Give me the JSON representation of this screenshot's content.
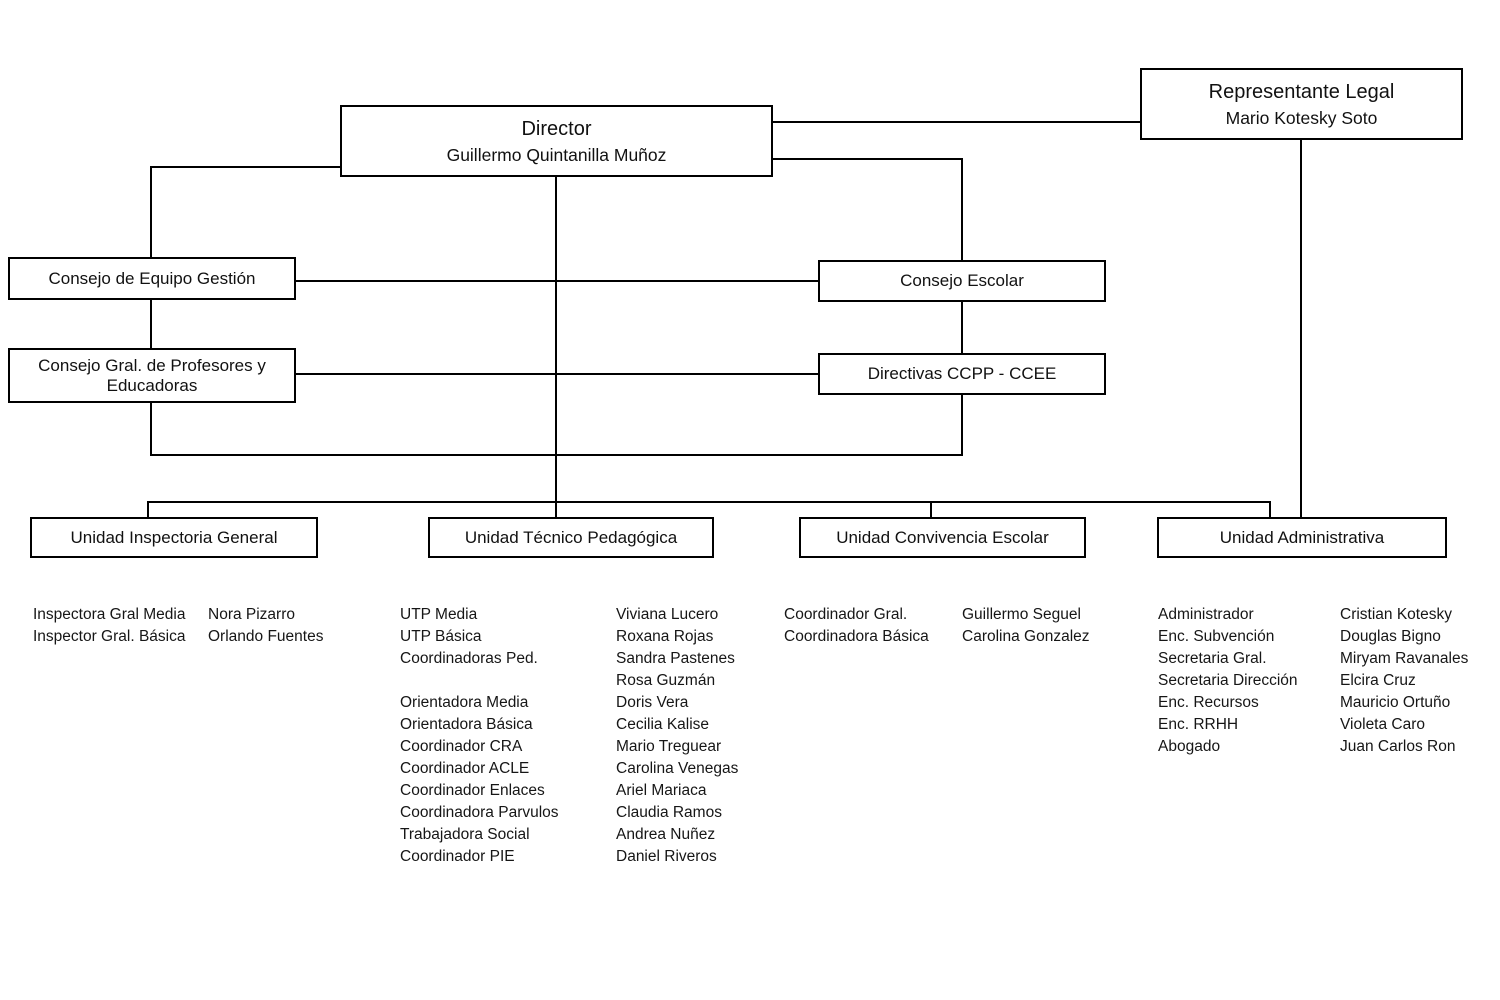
{
  "colors": {
    "background": "#ffffff",
    "line": "#000000",
    "text": "#1b1b1b"
  },
  "boxes": {
    "director": {
      "title": "Director",
      "person": "Guillermo Quintanilla Muñoz"
    },
    "representante_legal": {
      "title": "Representante Legal",
      "person": "Mario Kotesky Soto"
    },
    "consejo_equipo_gestion": {
      "title": "Consejo de Equipo Gestión"
    },
    "consejo_profesores": {
      "title": "Consejo Gral. de Profesores y Educadoras"
    },
    "consejo_escolar": {
      "title": "Consejo Escolar"
    },
    "directivas_ccpp_ccee": {
      "title": "Directivas CCPP - CCEE"
    },
    "unidad_inspectoria": {
      "title": "Unidad Inspectoria General"
    },
    "unidad_tecnico_pedagogica": {
      "title": "Unidad Técnico Pedagógica"
    },
    "unidad_convivencia": {
      "title": "Unidad Convivencia Escolar"
    },
    "unidad_administrativa": {
      "title": "Unidad Administrativa"
    }
  },
  "staff": {
    "inspectoria": {
      "roles": [
        "Inspectora Gral Media",
        "Inspector Gral. Básica"
      ],
      "names": [
        "Nora Pizarro",
        "Orlando Fuentes"
      ]
    },
    "tecnico_pedagogica": {
      "roles": [
        "UTP Media",
        "UTP Básica",
        "Coordinadoras Ped.",
        "",
        "Orientadora Media",
        "Orientadora Básica",
        "Coordinador CRA",
        "Coordinador ACLE",
        "Coordinador Enlaces",
        "Coordinadora Parvulos",
        "Trabajadora Social",
        "Coordinador PIE"
      ],
      "names": [
        "Viviana Lucero",
        "Roxana Rojas",
        "Sandra Pastenes",
        "Rosa Guzmán",
        "Doris Vera",
        "Cecilia Kalise",
        "Mario Treguear",
        "Carolina Venegas",
        "Ariel Mariaca",
        "Claudia Ramos",
        "Andrea Nuñez",
        "Daniel Riveros"
      ]
    },
    "convivencia": {
      "roles": [
        "Coordinador Gral.",
        "Coordinadora Básica"
      ],
      "names": [
        "Guillermo Seguel",
        "Carolina Gonzalez"
      ]
    },
    "administrativa": {
      "roles": [
        "Administrador",
        "Enc. Subvención",
        "Secretaria Gral.",
        "Secretaria Dirección",
        "Enc. Recursos",
        "Enc. RRHH",
        "Abogado"
      ],
      "names": [
        "Cristian Kotesky",
        "Douglas Bigno",
        "Miryam Ravanales",
        "Elcira Cruz",
        "Mauricio Ortuño",
        "Violeta Caro",
        "Juan Carlos Ron"
      ]
    }
  }
}
